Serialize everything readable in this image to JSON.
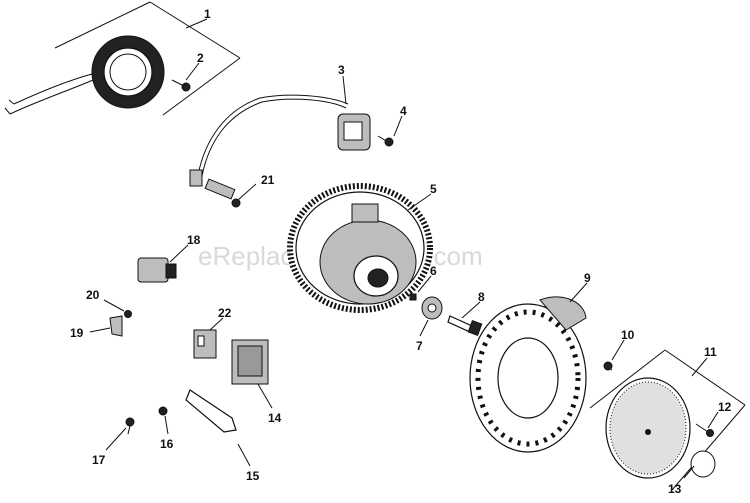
{
  "watermark": "eReplacementParts.com",
  "callouts": [
    {
      "id": "1",
      "label": "1"
    },
    {
      "id": "2",
      "label": "2"
    },
    {
      "id": "3",
      "label": "3"
    },
    {
      "id": "4",
      "label": "4"
    },
    {
      "id": "5",
      "label": "5"
    },
    {
      "id": "6",
      "label": "6"
    },
    {
      "id": "7",
      "label": "7"
    },
    {
      "id": "8",
      "label": "8"
    },
    {
      "id": "9",
      "label": "9"
    },
    {
      "id": "10",
      "label": "10"
    },
    {
      "id": "11",
      "label": "11"
    },
    {
      "id": "12",
      "label": "12"
    },
    {
      "id": "13",
      "label": "13"
    },
    {
      "id": "14",
      "label": "14"
    },
    {
      "id": "15",
      "label": "15"
    },
    {
      "id": "16",
      "label": "16"
    },
    {
      "id": "17",
      "label": "17"
    },
    {
      "id": "18",
      "label": "18"
    },
    {
      "id": "19",
      "label": "19"
    },
    {
      "id": "20",
      "label": "20"
    },
    {
      "id": "21",
      "label": "21"
    },
    {
      "id": "22",
      "label": "22"
    }
  ]
}
